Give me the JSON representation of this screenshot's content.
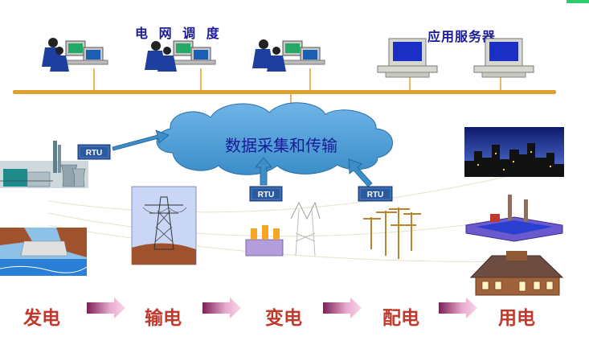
{
  "header": {
    "left_title": "电 网 调 度",
    "right_title": "应用服务器"
  },
  "cloud": {
    "label": "数据采集和传输"
  },
  "rtu": {
    "label": "RTU"
  },
  "stages": [
    {
      "label": "发电"
    },
    {
      "label": "输电"
    },
    {
      "label": "变电"
    },
    {
      "label": "配电"
    },
    {
      "label": "用电"
    }
  ],
  "colors": {
    "bus": "#e0a030",
    "cloud": "#3b8ec9",
    "rtu_box": "#2c5aa0",
    "stage_text": "#c0392b",
    "arrow": "#9b2c6e"
  },
  "icons": [
    "operator-workstation-icon",
    "server-computer-icon",
    "power-plant-icon",
    "dam-icon",
    "transmission-tower-icon",
    "substation-icon",
    "distribution-poles-icon",
    "city-skyline-icon",
    "factory-icon",
    "house-icon"
  ]
}
